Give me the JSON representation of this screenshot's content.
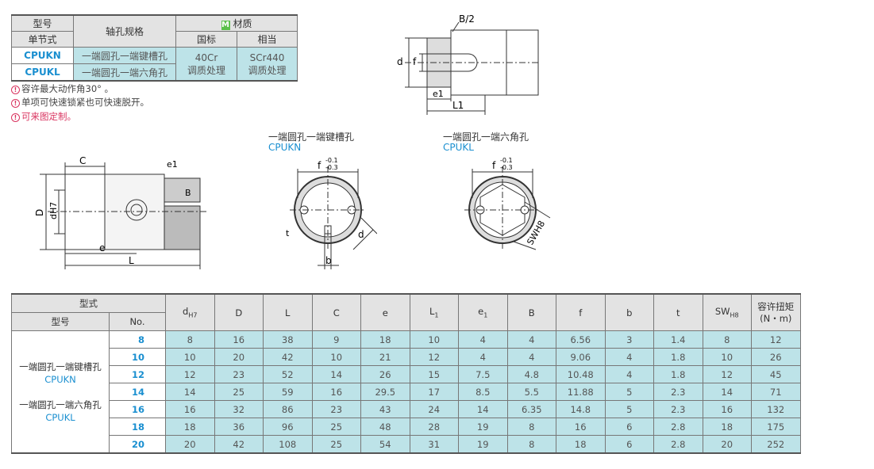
{
  "top_table": {
    "h_model": "型号",
    "h_single": "单节式",
    "h_bore": "轴孔规格",
    "h_material": "材质",
    "material_badge": "M",
    "h_gb": "国标",
    "h_equiv": "相当",
    "rows": [
      {
        "model": "CPUKN",
        "bore": "一端圆孔一端键槽孔"
      },
      {
        "model": "CPUKL",
        "bore": "一端圆孔一端六角孔"
      }
    ],
    "gb": [
      "40Cr",
      "调质处理"
    ],
    "equiv": [
      "SCr440",
      "调质处理"
    ]
  },
  "notes": [
    "容许最大动作角30° 。",
    "单项可快速锁紧也可快速脱开。",
    "可来图定制。"
  ],
  "drawings": {
    "side": {
      "labels": [
        "C",
        "e1",
        "D",
        "dH7",
        "B",
        "e",
        "L"
      ]
    },
    "detail": {
      "labels": [
        "B/2",
        "d",
        "f",
        "e1",
        "L1"
      ]
    },
    "keyed": {
      "title": "一端圆孔一端键槽孔",
      "code": "CPUKN",
      "tol": "f",
      "tol_up": "-0.1",
      "tol_lo": "-0.3",
      "t": "t",
      "b": "b",
      "d": "d"
    },
    "hex": {
      "title": "一端圆孔一端六角孔",
      "code": "CPUKL",
      "tol": "f",
      "tol_up": "-0.1",
      "tol_lo": "-0.3",
      "sw": "SWH8"
    }
  },
  "spec_table": {
    "h_type": "型式",
    "h_model": "型号",
    "h_no": "No.",
    "columns": [
      {
        "m": "d",
        "s": "H7"
      },
      {
        "m": "D",
        "s": ""
      },
      {
        "m": "L",
        "s": ""
      },
      {
        "m": "C",
        "s": ""
      },
      {
        "m": "e",
        "s": ""
      },
      {
        "m": "L",
        "s": "1"
      },
      {
        "m": "e",
        "s": "1"
      },
      {
        "m": "B",
        "s": ""
      },
      {
        "m": "f",
        "s": ""
      },
      {
        "m": "b",
        "s": ""
      },
      {
        "m": "t",
        "s": ""
      },
      {
        "m": "SW",
        "s": "H8"
      },
      {
        "m": "容许扭矩",
        "s": "",
        "m2": "(N・m)"
      }
    ],
    "group": {
      "name1": "一端圆孔一端键槽孔",
      "code1": "CPUKN",
      "name2": "一端圆孔一端六角孔",
      "code2": "CPUKL"
    },
    "rows": [
      {
        "no": "8",
        "v": [
          "8",
          "16",
          "38",
          "9",
          "18",
          "10",
          "4",
          "4",
          "6.56",
          "3",
          "1.4",
          "8",
          "12"
        ]
      },
      {
        "no": "10",
        "v": [
          "10",
          "20",
          "42",
          "10",
          "21",
          "12",
          "4",
          "4",
          "9.06",
          "4",
          "1.8",
          "10",
          "26"
        ]
      },
      {
        "no": "12",
        "v": [
          "12",
          "23",
          "52",
          "14",
          "26",
          "15",
          "7.5",
          "4.8",
          "10.48",
          "4",
          "1.8",
          "12",
          "45"
        ]
      },
      {
        "no": "14",
        "v": [
          "14",
          "25",
          "59",
          "16",
          "29.5",
          "17",
          "8.5",
          "5.5",
          "11.88",
          "5",
          "2.3",
          "14",
          "71"
        ]
      },
      {
        "no": "16",
        "v": [
          "16",
          "32",
          "86",
          "23",
          "43",
          "24",
          "14",
          "6.35",
          "14.8",
          "5",
          "2.3",
          "16",
          "132"
        ]
      },
      {
        "no": "18",
        "v": [
          "18",
          "36",
          "96",
          "25",
          "48",
          "28",
          "19",
          "8",
          "16",
          "6",
          "2.8",
          "18",
          "175"
        ]
      },
      {
        "no": "20",
        "v": [
          "20",
          "42",
          "108",
          "25",
          "54",
          "31",
          "19",
          "8",
          "18",
          "6",
          "2.8",
          "20",
          "252"
        ]
      }
    ]
  }
}
